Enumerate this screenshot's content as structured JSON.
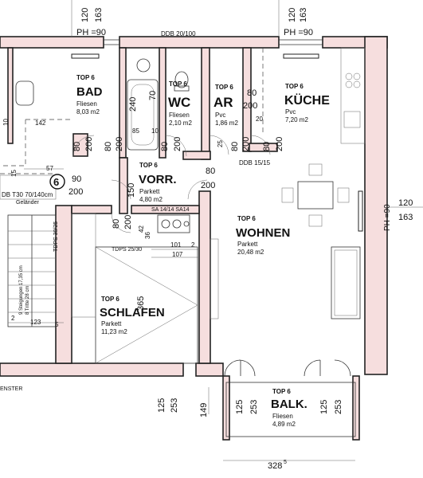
{
  "top_left": {
    "dim_a": "120",
    "dim_b": "163",
    "ph": "PH =90"
  },
  "top_right": {
    "dim_a": "120",
    "dim_b": "163",
    "ph": "PH =90"
  },
  "ddb_top": "DDB 20/100",
  "ddb_mid": "DDB 15/15",
  "rooms": {
    "bad": {
      "top": "TOP 6",
      "name": "BAD",
      "floor": "Fliesen",
      "area": "8,03 m2"
    },
    "wc": {
      "top": "TOP 6",
      "name": "WC",
      "floor": "Fliesen",
      "area": "2,10 m2"
    },
    "ar": {
      "top": "TOP 6",
      "name": "AR",
      "floor": "Pvc",
      "area": "1,86 m2"
    },
    "kueche": {
      "top": "TOP 6",
      "name": "KÜCHE",
      "floor": "Pvc",
      "area": "7,20 m2"
    },
    "vorr": {
      "top": "TOP 6",
      "name": "VORR.",
      "floor": "Parkett",
      "area": "4,80 m2"
    },
    "wohnen": {
      "top": "TOP 6",
      "name": "WOHNEN",
      "floor": "Parkett",
      "area": "20,48 m2"
    },
    "schlafen": {
      "top": "TOP 6",
      "name": "SCHLAFEN",
      "floor": "Parkett",
      "area": "11,23 m2"
    },
    "balk": {
      "top": "TOP 6",
      "name": "BALK.",
      "floor": "Fliesen",
      "area": "4,89 m2"
    }
  },
  "dims": {
    "d80": "80",
    "d200": "200",
    "d90": "90",
    "d240": "240",
    "d70": "70",
    "d85": "85",
    "d10": "10",
    "d20": "20",
    "d25": "25",
    "d142": "142",
    "d57": "57",
    "d15": "15",
    "d150": "150",
    "d365": "365",
    "d101": "101",
    "d2": "2",
    "d107": "107",
    "d36": "36",
    "d42": "42",
    "d123": "123",
    "d2s": "2",
    "d5": "5",
    "d125": "125",
    "d253": "253",
    "d149": "149",
    "d328": "328",
    "d328sup": "5",
    "ph90": "PH =90",
    "d120": "120",
    "d163": "163"
  },
  "labels": {
    "unit_no": "6",
    "door_note": "DB T30 70/140cm",
    "gelander": "Geländer",
    "steps": "9 Steigungen 17,35 cm",
    "treads": "8 Tritte 28 cm",
    "tdps_v": "TDPS 30/25",
    "tdps_h": "TDPS 25/30",
    "sa": "SA 14/14 SA14",
    "fenster": "ENSTER"
  }
}
